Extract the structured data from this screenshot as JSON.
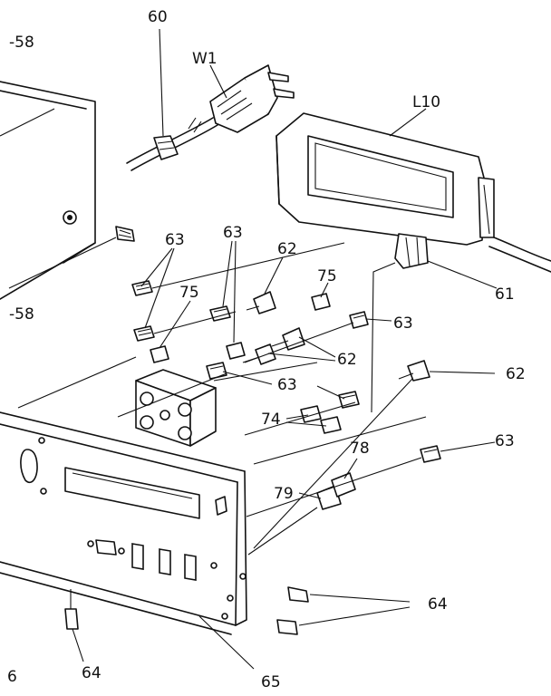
{
  "callouts": {
    "c58_top": "58",
    "c60": "60",
    "cW1": "W1",
    "cL10": "L10",
    "c58_left": "58",
    "c63_a": "63",
    "c63_b": "63",
    "c62_a": "62",
    "c75_a": "75",
    "c75_b": "75",
    "c63_c": "63",
    "c62_b": "62",
    "c61": "61",
    "c62_c": "62",
    "c63_d": "63",
    "c74": "74",
    "c78": "78",
    "c63_e": "63",
    "c79": "79",
    "c64_a": "64",
    "c64_b": "64",
    "c65": "65",
    "c6": "6"
  }
}
